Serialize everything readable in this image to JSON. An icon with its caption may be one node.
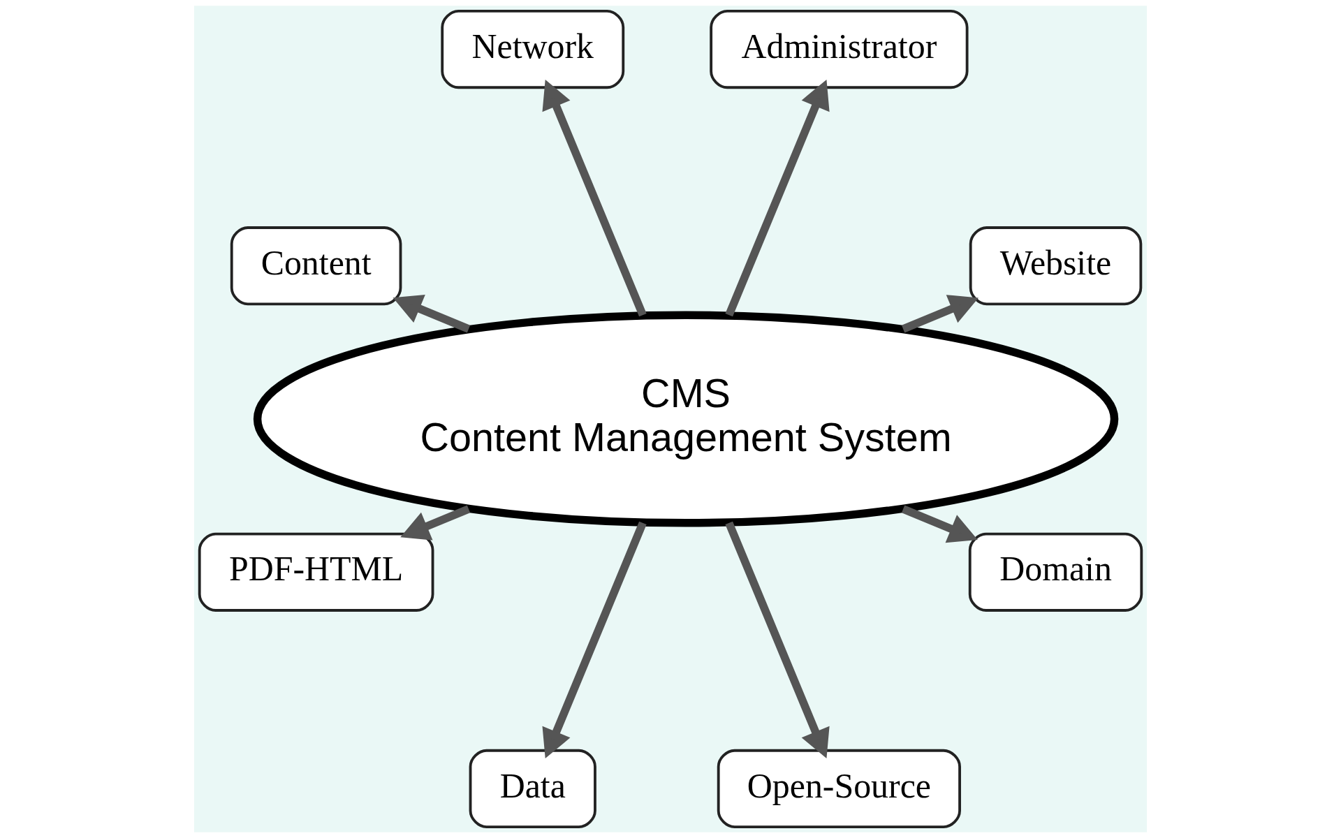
{
  "diagram": {
    "nodes": [
      {
        "text": [
          "Website"
        ]
      },
      {
        "text": [
          "Administrator"
        ]
      },
      {
        "text": [
          "Network"
        ]
      },
      {
        "text": [
          "Content"
        ]
      },
      {
        "text": [
          "CMS",
          "Content Management System"
        ]
      },
      {
        "text": [
          "PDF-HTML"
        ]
      },
      {
        "text": [
          "Data"
        ]
      },
      {
        "text": [
          "Open-Source"
        ]
      },
      {
        "text": [
          "Domain"
        ]
      }
    ],
    "edges": [
      {
        "from": 4,
        "to": 0,
        "arrow": "to"
      },
      {
        "from": 4,
        "to": 1,
        "arrow": "to"
      },
      {
        "from": 4,
        "to": 2,
        "arrow": "to"
      },
      {
        "from": 4,
        "to": 3,
        "arrow": "to"
      },
      {
        "from": 4,
        "to": 5,
        "arrow": "to"
      },
      {
        "from": 4,
        "to": 6,
        "arrow": "to"
      },
      {
        "from": 4,
        "to": 7,
        "arrow": "to"
      },
      {
        "from": 4,
        "to": 8,
        "arrow": "to"
      }
    ]
  }
}
